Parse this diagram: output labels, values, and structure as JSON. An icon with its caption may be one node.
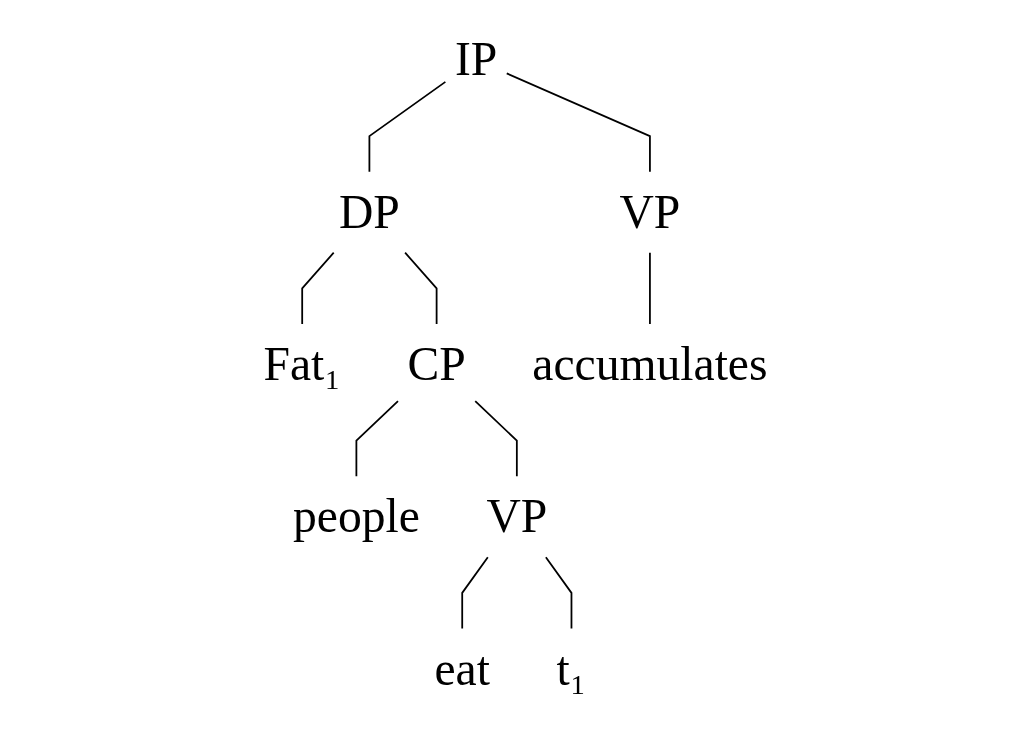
{
  "diagram": {
    "nodes": [
      {
        "text": [
          "IP"
        ]
      },
      {
        "text": [
          "DP"
        ]
      },
      {
        "text": [
          "VP"
        ]
      },
      {
        "text": [
          "Fat₁"
        ]
      },
      {
        "text": [
          "CP"
        ]
      },
      {
        "text": [
          "accumulates"
        ]
      },
      {
        "text": [
          "people"
        ]
      },
      {
        "text": [
          "VP"
        ]
      },
      {
        "text": [
          "eat"
        ]
      },
      {
        "text": [
          "t₁"
        ]
      }
    ],
    "edges": [
      {
        "from": 0,
        "to": 1,
        "arrow": "none"
      },
      {
        "from": 0,
        "to": 2,
        "arrow": "none"
      },
      {
        "from": 1,
        "to": 3,
        "arrow": "none"
      },
      {
        "from": 1,
        "to": 4,
        "arrow": "none"
      },
      {
        "from": 2,
        "to": 5,
        "arrow": "none"
      },
      {
        "from": 4,
        "to": 6,
        "arrow": "none"
      },
      {
        "from": 4,
        "to": 7,
        "arrow": "none"
      },
      {
        "from": 7,
        "to": 8,
        "arrow": "none"
      },
      {
        "from": 7,
        "to": 9,
        "arrow": "none"
      }
    ]
  }
}
